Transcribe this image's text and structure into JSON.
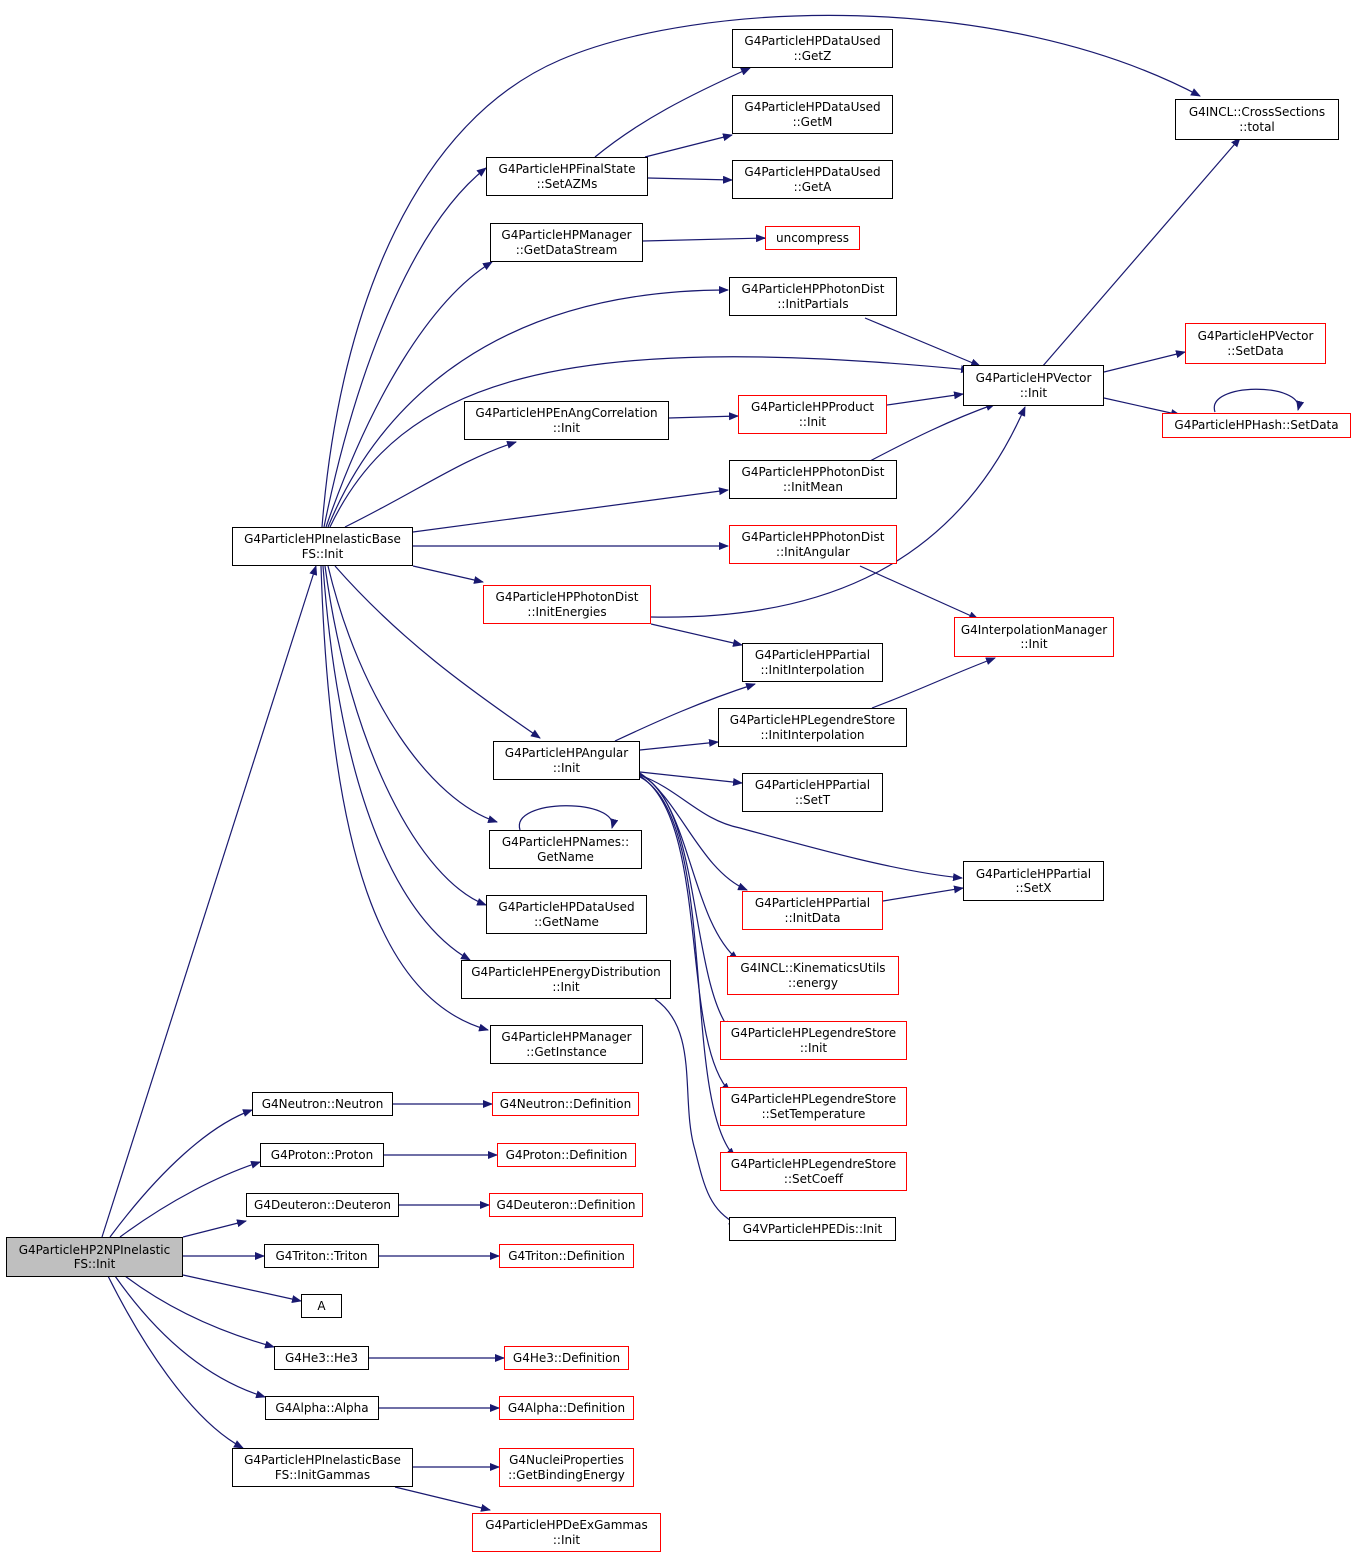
{
  "graph": {
    "nodes": {
      "root": {
        "l1": "G4ParticleHP2NPInelastic",
        "l2": "FS::Init"
      },
      "inelInit": {
        "l1": "G4ParticleHPInelasticBase",
        "l2": "FS::Init"
      },
      "initGammas": {
        "l1": "G4ParticleHPInelasticBase",
        "l2": "FS::InitGammas"
      },
      "neutron": {
        "l1": "G4Neutron::Neutron"
      },
      "proton": {
        "l1": "G4Proton::Proton"
      },
      "deuteron": {
        "l1": "G4Deuteron::Deuteron"
      },
      "triton": {
        "l1": "G4Triton::Triton"
      },
      "A": {
        "l1": "A"
      },
      "he3": {
        "l1": "G4He3::He3"
      },
      "alpha": {
        "l1": "G4Alpha::Alpha"
      },
      "neutronDef": {
        "l1": "G4Neutron::Definition"
      },
      "protonDef": {
        "l1": "G4Proton::Definition"
      },
      "deuteronDef": {
        "l1": "G4Deuteron::Definition"
      },
      "tritonDef": {
        "l1": "G4Triton::Definition"
      },
      "he3Def": {
        "l1": "G4He3::Definition"
      },
      "alphaDef": {
        "l1": "G4Alpha::Definition"
      },
      "bindingE": {
        "l1": "G4NucleiProperties",
        "l2": "::GetBindingEnergy"
      },
      "deExInit": {
        "l1": "G4ParticleHPDeExGammas",
        "l2": "::Init"
      },
      "setAZMs": {
        "l1": "G4ParticleHPFinalState",
        "l2": "::SetAZMs"
      },
      "getDataStream": {
        "l1": "G4ParticleHPManager",
        "l2": "::GetDataStream"
      },
      "enAngInit": {
        "l1": "G4ParticleHPEnAngCorrelation",
        "l2": "::Init"
      },
      "initEnergies": {
        "l1": "G4ParticleHPPhotonDist",
        "l2": "::InitEnergies"
      },
      "angularInit": {
        "l1": "G4ParticleHPAngular",
        "l2": "::Init"
      },
      "namesGetName": {
        "l1": "G4ParticleHPNames::",
        "l2": "GetName"
      },
      "dataUsedGetName": {
        "l1": "G4ParticleHPDataUsed",
        "l2": "::GetName"
      },
      "energyDistInit": {
        "l1": "G4ParticleHPEnergyDistribution",
        "l2": "::Init"
      },
      "getInstance": {
        "l1": "G4ParticleHPManager",
        "l2": "::GetInstance"
      },
      "getZ": {
        "l1": "G4ParticleHPDataUsed",
        "l2": "::GetZ"
      },
      "getM": {
        "l1": "G4ParticleHPDataUsed",
        "l2": "::GetM"
      },
      "getA": {
        "l1": "G4ParticleHPDataUsed",
        "l2": "::GetA"
      },
      "uncompress": {
        "l1": "uncompress"
      },
      "initPartials": {
        "l1": "G4ParticleHPPhotonDist",
        "l2": "::InitPartials"
      },
      "productInit": {
        "l1": "G4ParticleHPProduct",
        "l2": "::Init"
      },
      "initMean": {
        "l1": "G4ParticleHPPhotonDist",
        "l2": "::InitMean"
      },
      "initAngular": {
        "l1": "G4ParticleHPPhotonDist",
        "l2": "::InitAngular"
      },
      "partialInterp": {
        "l1": "G4ParticleHPPartial",
        "l2": "::InitInterpolation"
      },
      "legendreInterp": {
        "l1": "G4ParticleHPLegendreStore",
        "l2": "::InitInterpolation"
      },
      "partialSetT": {
        "l1": "G4ParticleHPPartial",
        "l2": "::SetT"
      },
      "partialInitData": {
        "l1": "G4ParticleHPPartial",
        "l2": "::InitData"
      },
      "kinEnergy": {
        "l1": "G4INCL::KinematicsUtils",
        "l2": "::energy"
      },
      "legendreInit": {
        "l1": "G4ParticleHPLegendreStore",
        "l2": "::Init"
      },
      "legendreSetTemp": {
        "l1": "G4ParticleHPLegendreStore",
        "l2": "::SetTemperature"
      },
      "legendreSetCoeff": {
        "l1": "G4ParticleHPLegendreStore",
        "l2": "::SetCoeff"
      },
      "eDisInit": {
        "l1": "G4VParticleHPEDis::Init"
      },
      "crossTotal": {
        "l1": "G4INCL::CrossSections",
        "l2": "::total"
      },
      "vectorInit": {
        "l1": "G4ParticleHPVector",
        "l2": "::Init"
      },
      "vectorSetData": {
        "l1": "G4ParticleHPVector",
        "l2": "::SetData"
      },
      "hashSetData": {
        "l1": "G4ParticleHPHash::SetData"
      },
      "interpInit": {
        "l1": "G4InterpolationManager",
        "l2": "::Init"
      },
      "partialSetX": {
        "l1": "G4ParticleHPPartial",
        "l2": "::SetX"
      }
    },
    "colors": {
      "edge": "#191970",
      "red_border": "#ff0000",
      "root_fill": "#bfbfbf"
    }
  }
}
